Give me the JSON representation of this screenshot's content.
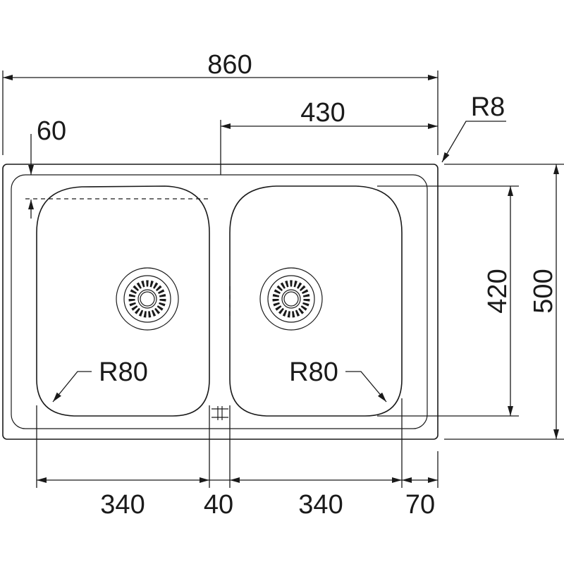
{
  "drawing": {
    "overall_width": "860",
    "bowl_offset": "430",
    "corner_radius": "R8",
    "rim_offset": "60",
    "bowl_depth": "420",
    "overall_depth": "500",
    "left_bowl_radius": "R80",
    "right_bowl_radius": "R80",
    "left_bowl_width": "340",
    "divider_width": "40",
    "right_bowl_width": "340",
    "right_margin": "70"
  }
}
